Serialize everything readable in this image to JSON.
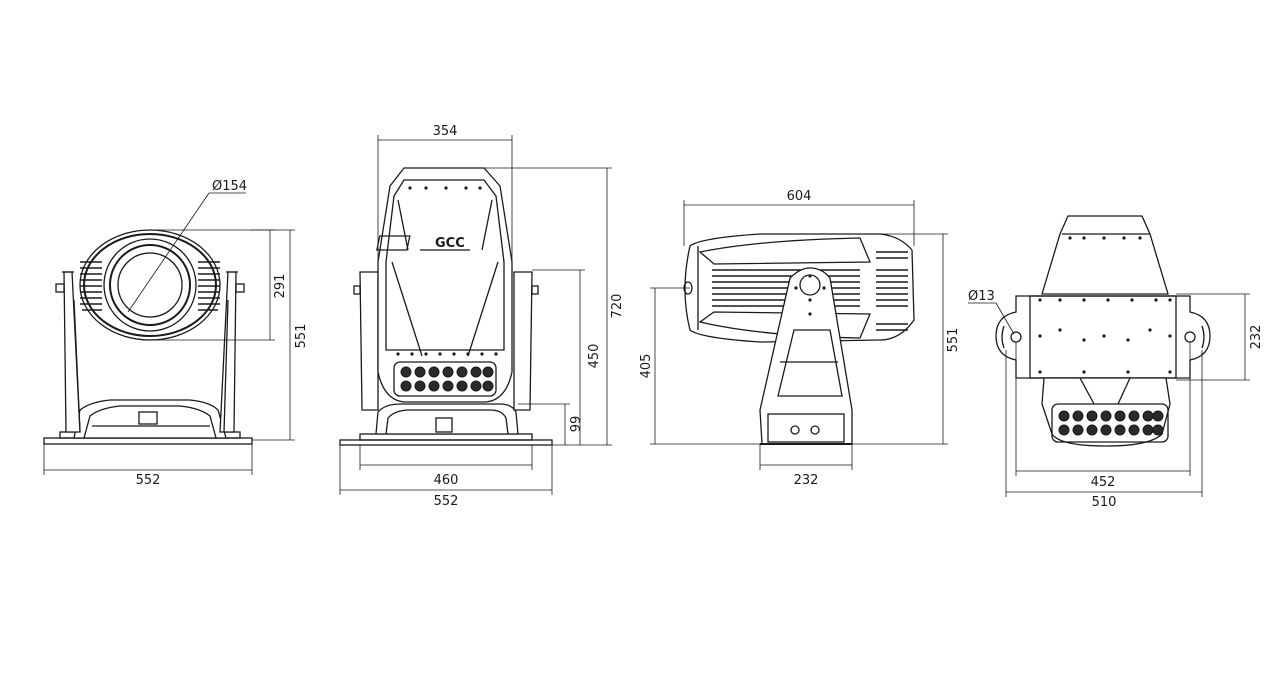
{
  "dimensions": {
    "front": {
      "lens_diameter": "Ø154",
      "head_height": "291",
      "total_height": "551",
      "base_width": "552"
    },
    "side": {
      "head_width": "354",
      "total_height": "720",
      "yoke_height": "450",
      "base_height": "99",
      "base_inner_width": "460",
      "base_width": "552"
    },
    "rear": {
      "length": "604",
      "pivot_height": "405",
      "total_height": "551",
      "base_width": "232"
    },
    "bottom": {
      "hole_diameter": "Ø13",
      "plate_depth": "232",
      "hole_spacing": "452",
      "plate_width": "510"
    }
  },
  "logo_text": "GCC"
}
